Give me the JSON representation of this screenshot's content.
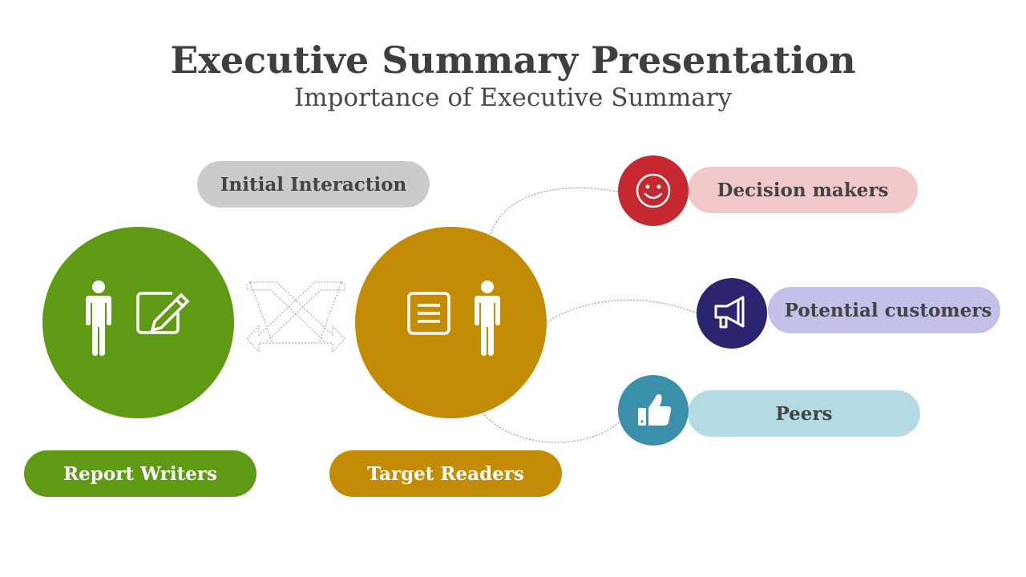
{
  "title": "Executive Summary Presentation",
  "subtitle": "Importance of Executive Summary",
  "interaction": {
    "label": "Initial Interaction"
  },
  "left_group": {
    "label": "Report Writers",
    "color": "#5e9a14",
    "icons": [
      "person-icon",
      "edit-icon"
    ]
  },
  "center_group": {
    "label": "Target Readers",
    "color": "#c48c04",
    "icons": [
      "document-icon",
      "person-icon"
    ]
  },
  "readers": [
    {
      "label": "Decision makers",
      "icon": "smiley-icon",
      "color": "#c6282f",
      "pill_color": "#f2c9ca"
    },
    {
      "label": "Potential customers",
      "icon": "megaphone-icon",
      "color": "#2b2570",
      "pill_color": "#c3c0ea"
    },
    {
      "label": "Peers",
      "icon": "thumbs-up-icon",
      "color": "#3a90aa",
      "pill_color": "#b4dbe4"
    }
  ]
}
